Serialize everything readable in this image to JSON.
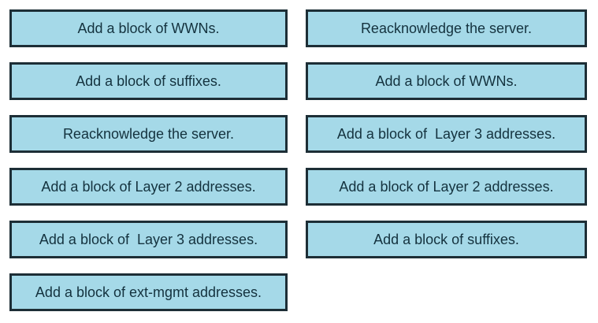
{
  "colors": {
    "box_fill": "#a5d9e8",
    "box_border": "#1d2e36",
    "box_text": "#14323e",
    "page_background": "#ffffff"
  },
  "left_column": {
    "items": [
      {
        "label": "Add a block of WWNs."
      },
      {
        "label": "Add a block of suffixes."
      },
      {
        "label": "Reacknowledge the server."
      },
      {
        "label": "Add a block of Layer 2 addresses."
      },
      {
        "label": "Add a block of  Layer 3 addresses."
      },
      {
        "label": "Add a block of ext-mgmt addresses."
      }
    ]
  },
  "right_column": {
    "items": [
      {
        "label": "Reacknowledge the server."
      },
      {
        "label": "Add a block of WWNs."
      },
      {
        "label": "Add a block of  Layer 3 addresses."
      },
      {
        "label": "Add a block of Layer 2 addresses."
      },
      {
        "label": "Add a block of suffixes."
      }
    ]
  }
}
